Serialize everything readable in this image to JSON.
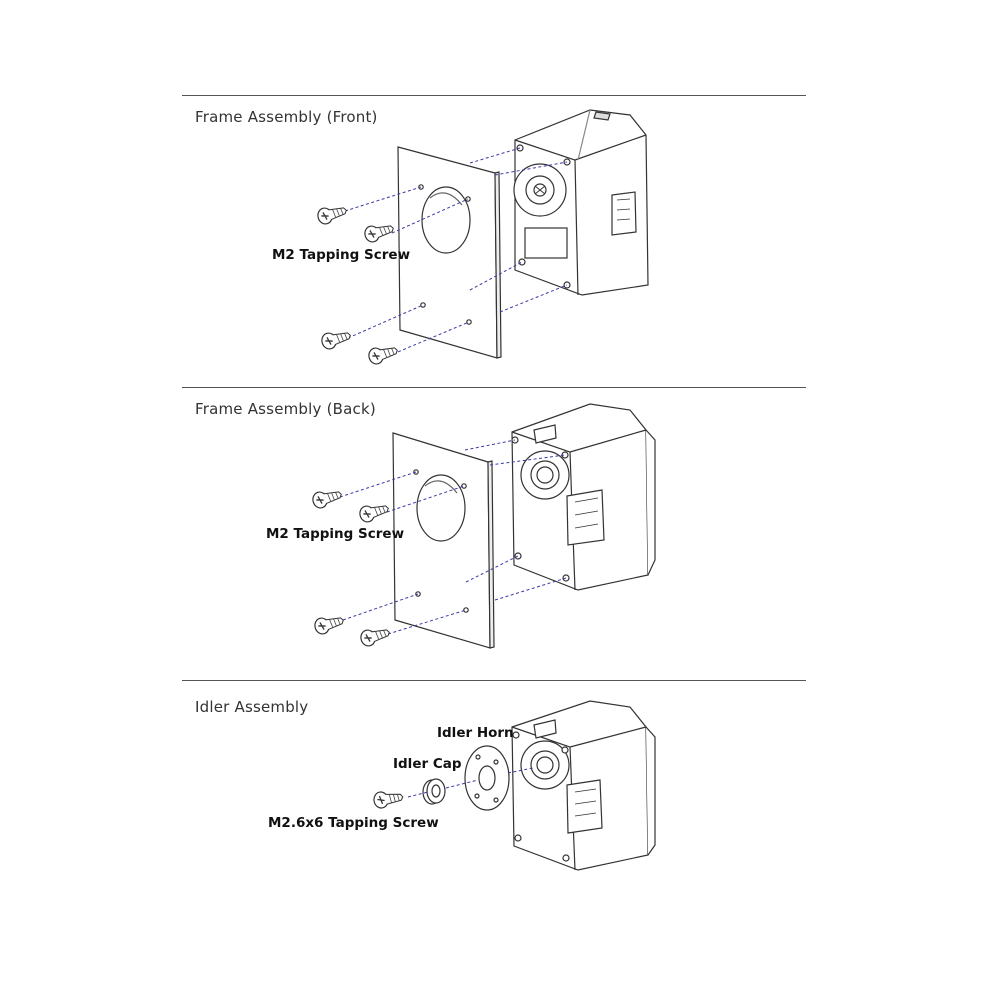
{
  "sections": [
    {
      "title": "Frame Assembly (Front)",
      "screw_label": "M2 Tapping Screw"
    },
    {
      "title": "Frame Assembly (Back)",
      "screw_label": "M2 Tapping Screw"
    },
    {
      "title": "Idler Assembly",
      "idler_horn_label": "Idler Horn",
      "idler_cap_label": "Idler Cap",
      "screw_label": "M2.6x6 Tapping Screw"
    }
  ],
  "colors": {
    "line": "#333333",
    "guide": "#3a3aa8",
    "divider": "#555555"
  }
}
